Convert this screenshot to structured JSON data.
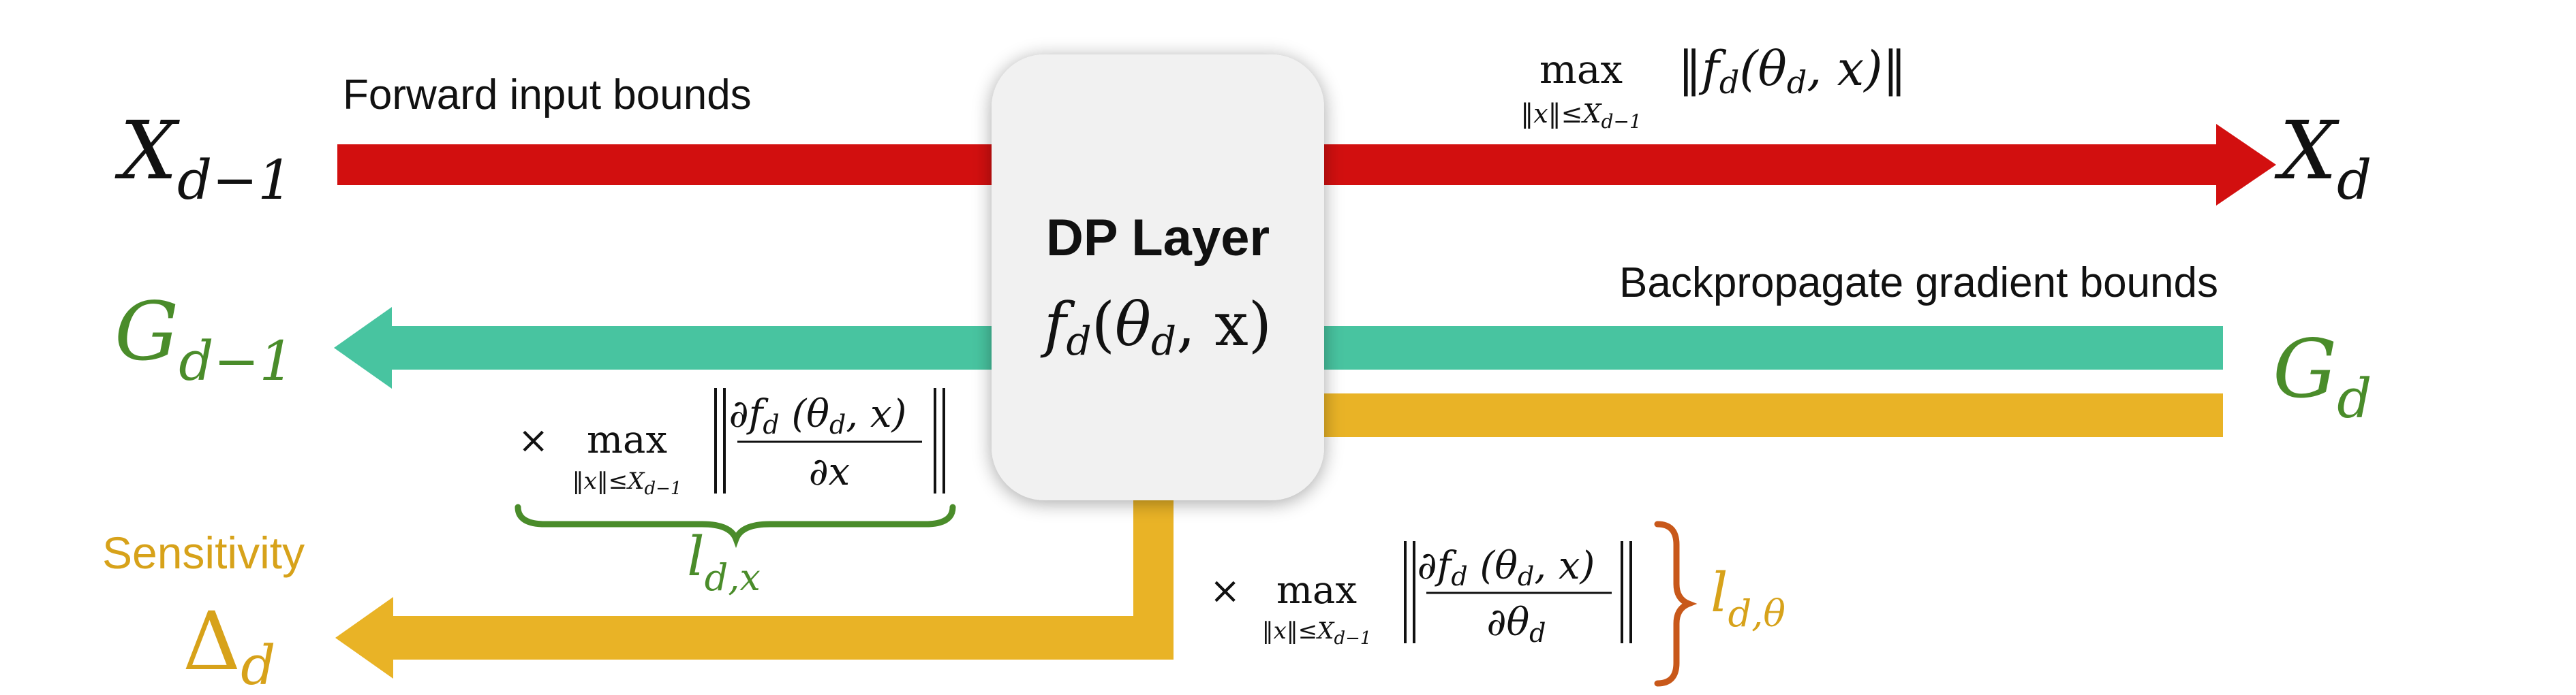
{
  "layer": {
    "title": "DP Layer",
    "function_parts": {
      "f": "f",
      "f_sub": "d",
      "open": "(",
      "theta": "θ",
      "theta_sub": "d",
      "rest": ", x)"
    }
  },
  "forward": {
    "label": "Forward input bounds",
    "input": {
      "main": "X",
      "sub": "d−1"
    },
    "output": {
      "main": "X",
      "sub": "d"
    },
    "max_norm": {
      "op": "max",
      "constraint": "‖x‖≤X",
      "constraint_sub": "d−1",
      "norm_open": "‖f",
      "f_sub": "d",
      "args_a": "(θ",
      "args_sub": "d",
      "args_b": ", x)‖"
    }
  },
  "backward": {
    "label": "Backpropagate gradient bounds",
    "input": {
      "main": "G",
      "sub": "d"
    },
    "output": {
      "main": "G",
      "sub": "d−1"
    }
  },
  "factor_x": {
    "times": "×",
    "op": "max",
    "constraint": "‖x‖≤X",
    "constraint_sub": "d−1",
    "num_a": "∂f",
    "num_sub": "d",
    "num_b": " (θ",
    "num_sub2": "d",
    "num_c": ", x)",
    "den": "∂x",
    "brace_label": {
      "main": "l",
      "sub": "d,x"
    }
  },
  "factor_theta": {
    "times": "×",
    "op": "max",
    "constraint": "‖x‖≤X",
    "constraint_sub": "d−1",
    "num_a": "∂f",
    "num_sub": "d",
    "num_b": " (θ",
    "num_sub2": "d",
    "num_c": ", x)",
    "den_a": "∂θ",
    "den_sub": "d",
    "brace_label": {
      "main": "l",
      "sub": "d,θ"
    }
  },
  "sensitivity": {
    "label": "Sensitivity",
    "symbol": {
      "main": "Δ",
      "sub": "d"
    }
  },
  "colors": {
    "forward_arrow": "#d20f0f",
    "gradient_arrow": "#48c4a0",
    "sensitivity_arrow": "#e9b326",
    "green_text": "#4a8c2a",
    "gold_text": "#d7a21a",
    "brace_orange": "#c8581a",
    "box_fill": "#f1f1f1"
  }
}
